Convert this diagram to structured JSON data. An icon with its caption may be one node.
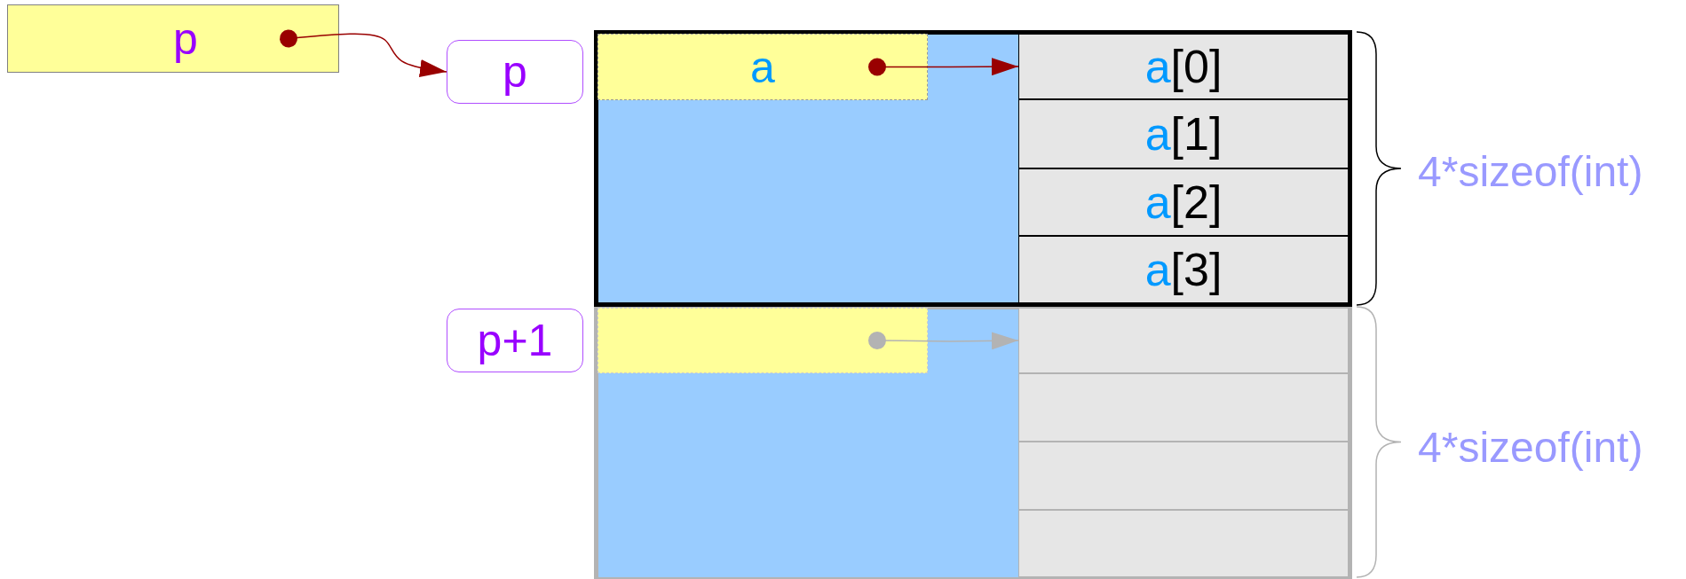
{
  "diagram": {
    "nodes": [
      {
        "text": [
          "p"
        ]
      },
      {
        "text": [
          "p"
        ]
      },
      {
        "text": [],
        "shape": "box"
      },
      {
        "text": [
          "a"
        ],
        "in": 2
      },
      {
        "text": [
          "a[0]"
        ],
        "in": 2
      },
      {
        "text": [
          "a[1]"
        ],
        "in": 2
      },
      {
        "text": [
          "a[2]"
        ],
        "in": 2
      },
      {
        "text": [
          "a[3]"
        ],
        "in": 2
      },
      {
        "text": [
          "p+1"
        ]
      },
      {
        "text": [],
        "shape": "box"
      },
      {
        "text": [],
        "shape": "box",
        "in": 9
      },
      {
        "text": [],
        "shape": "box",
        "in": 9
      },
      {
        "text": [],
        "shape": "box",
        "in": 9
      },
      {
        "text": [],
        "shape": "box",
        "in": 9
      },
      {
        "text": [],
        "shape": "box",
        "in": 9
      }
    ],
    "edges": [
      {
        "from": 0,
        "to": 1,
        "arrow": "to"
      },
      {
        "from": 3,
        "to": 4,
        "arrow": "to"
      },
      {
        "from": 10,
        "to": 11,
        "arrow": "to",
        "color": "#b3b3b3"
      }
    ],
    "labels": [
      "4*sizeof(int)",
      "4*sizeof(int)"
    ]
  }
}
